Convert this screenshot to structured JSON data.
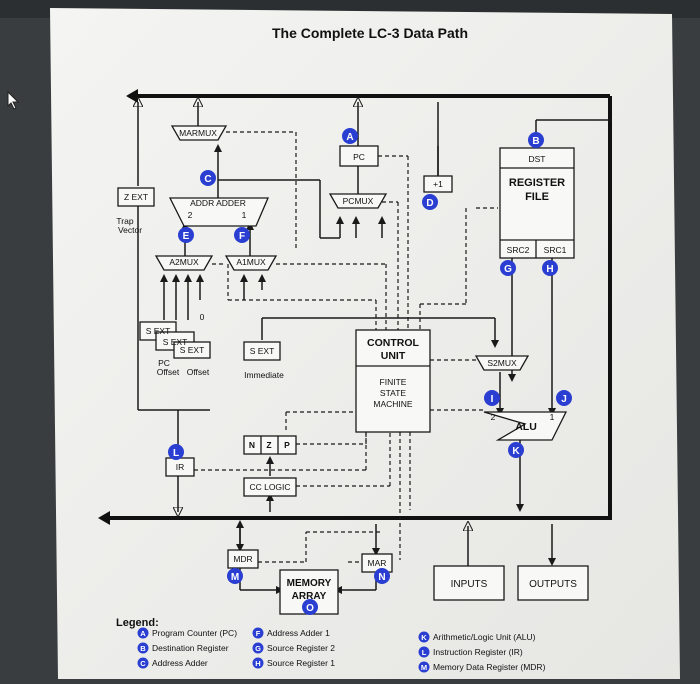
{
  "title": "The Complete LC-3 Data Path",
  "blocks": {
    "marmux": "MARMUX",
    "pc": "PC",
    "pcmux": "PCMUX",
    "plus_one": "+1",
    "dst": "DST",
    "register_file_1": "REGISTER",
    "register_file_2": "FILE",
    "src2": "SRC2",
    "src1": "SRC1",
    "zext": "Z EXT",
    "trap_1": "Trap",
    "trap_2": "Vector",
    "addr_adder": "ADDR ADDER",
    "adder_in_2": "2",
    "adder_in_1": "1",
    "a2mux": "A2MUX",
    "a1mux": "A1MUX",
    "zero": "0",
    "sext_a": "S EXT",
    "sext_b": "S EXT",
    "sext_c": "S EXT",
    "sext_d": "S EXT",
    "pc_offset_1": "PC",
    "pc_offset_2": "Offset",
    "offset": "Offset",
    "immediate": "Immediate",
    "control_unit_1": "CONTROL",
    "control_unit_2": "UNIT",
    "fsm_1": "FINITE",
    "fsm_2": "STATE",
    "fsm_3": "MACHINE",
    "s2mux": "S2MUX",
    "alu": "ALU",
    "alu_in_2": "2",
    "alu_in_1": "1",
    "n": "N",
    "z": "Z",
    "p": "P",
    "ir": "IR",
    "cc_logic": "CC LOGIC",
    "mdr": "MDR",
    "mar": "MAR",
    "memory_1": "MEMORY",
    "memory_2": "ARRAY",
    "inputs": "INPUTS",
    "outputs": "OUTPUTS"
  },
  "markers": [
    "A",
    "B",
    "C",
    "D",
    "E",
    "F",
    "G",
    "H",
    "I",
    "J",
    "K",
    "L",
    "M",
    "N",
    "O"
  ],
  "legend": {
    "title": "Legend:",
    "items": [
      {
        "key": "A",
        "label": "Program Counter (PC)"
      },
      {
        "key": "B",
        "label": "Destination Register"
      },
      {
        "key": "C",
        "label": "Address Adder"
      },
      {
        "key": "F",
        "label": "Address Adder 1"
      },
      {
        "key": "G",
        "label": "Source Register 2"
      },
      {
        "key": "H",
        "label": "Source Register 1"
      },
      {
        "key": "K",
        "label": "Arithmetic/Logic Unit (ALU)"
      },
      {
        "key": "L",
        "label": "Instruction Register (IR)"
      },
      {
        "key": "M",
        "label": "Memory Data Register (MDR)"
      }
    ]
  },
  "colors": {
    "marker": "#2a3fd1",
    "paper": "#f1f1ef",
    "line": "#1a1a1a"
  }
}
